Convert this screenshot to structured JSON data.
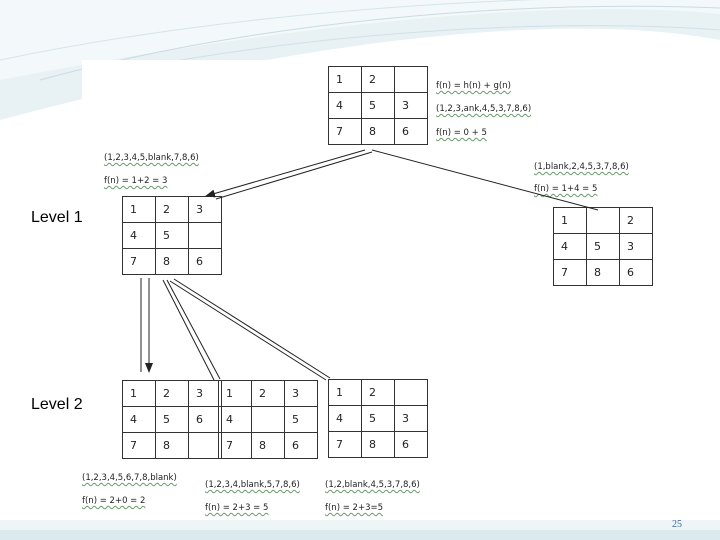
{
  "levels": {
    "level1": "Level 1",
    "level2": "Level 2"
  },
  "root": {
    "cells": [
      [
        "1",
        "2",
        ""
      ],
      [
        "4",
        "5",
        "3"
      ],
      [
        "7",
        "8",
        "6"
      ]
    ],
    "formula": "f(n) = h(n) + g(n)",
    "state": "(1,2,3,ank,4,5,3,7,8,6)",
    "value": "f(n) = 0 + 5"
  },
  "left_child": {
    "state": "(1,2,3,4,5,blank,7,8,6)",
    "value": "f(n) = 1+2 = 3",
    "cells": [
      [
        "1",
        "2",
        "3"
      ],
      [
        "4",
        "5",
        ""
      ],
      [
        "7",
        "8",
        "6"
      ]
    ]
  },
  "right_child": {
    "state": "(1,blank,2,4,5,3,7,8,6)",
    "value": "f(n) = 1+4 = 5",
    "cells": [
      [
        "1",
        "",
        "2"
      ],
      [
        "4",
        "5",
        "3"
      ],
      [
        "7",
        "8",
        "6"
      ]
    ]
  },
  "level2": [
    {
      "cells": [
        [
          "1",
          "2",
          "3"
        ],
        [
          "4",
          "5",
          "6"
        ],
        [
          "7",
          "8",
          ""
        ]
      ],
      "state": "(1,2,3,4,5,6,7,8,blank)",
      "value": "f(n) = 2+0 = 2"
    },
    {
      "cells": [
        [
          "1",
          "2",
          "3"
        ],
        [
          "4",
          "",
          "5"
        ],
        [
          "7",
          "8",
          "6"
        ]
      ],
      "state": "(1,2,3,4,blank,5,7,8,6)",
      "value": "f(n) = 2+3 = 5"
    },
    {
      "cells": [
        [
          "1",
          "2",
          ""
        ],
        [
          "4",
          "5",
          "3"
        ],
        [
          "7",
          "8",
          "6"
        ]
      ],
      "state": "(1,2,blank,4,5,3,7,8,6)",
      "value": "f(n) = 2+3=5"
    }
  ],
  "page_number": "25"
}
